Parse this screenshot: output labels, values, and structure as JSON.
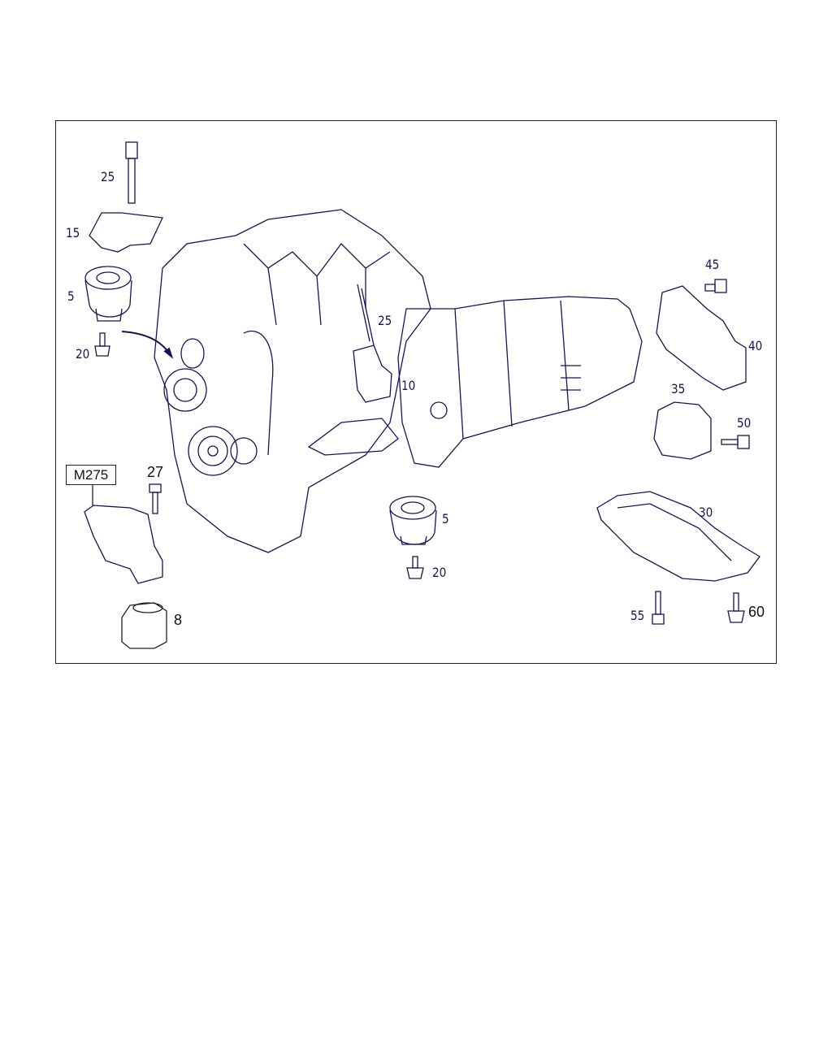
{
  "diagram": {
    "line_color": "#14145a",
    "callouts": {
      "bolt_top": "25",
      "heat_shield": "15",
      "mount_left": "5",
      "bolt_left": "20",
      "bolt_mid": "25",
      "bracket_mid": "10",
      "bolt_45": "45",
      "bracket_40": "40",
      "mount_35": "35",
      "bolt_50": "50",
      "crossmember": "30",
      "mount_bottom": "5",
      "bolt_bottom": "20",
      "bolt_27": "27",
      "engine_code": "M275",
      "mount_8": "8",
      "bolt_55": "55",
      "bolt_60": "60"
    }
  }
}
